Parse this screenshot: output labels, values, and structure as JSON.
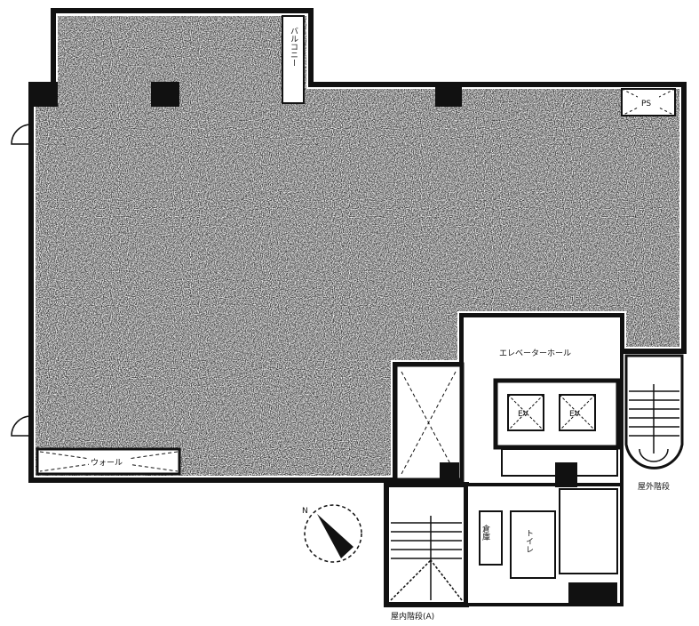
{
  "plan": {
    "labels": {
      "top_balcony": "バルコニー",
      "ps_top": "PS",
      "elevator_hall": "エレベーターホール",
      "ev1": "EV",
      "ev2": "EV",
      "outdoor_stairs": "屋外階段",
      "indoor_stairs": "屋内階段(A)",
      "window_box": "ウォール",
      "compass_north": "N",
      "storage": "倉庫",
      "toilet": "トイレ"
    },
    "colors": {
      "floor": "#3a3a3a",
      "wall": "#111111",
      "background": "#ffffff"
    }
  }
}
